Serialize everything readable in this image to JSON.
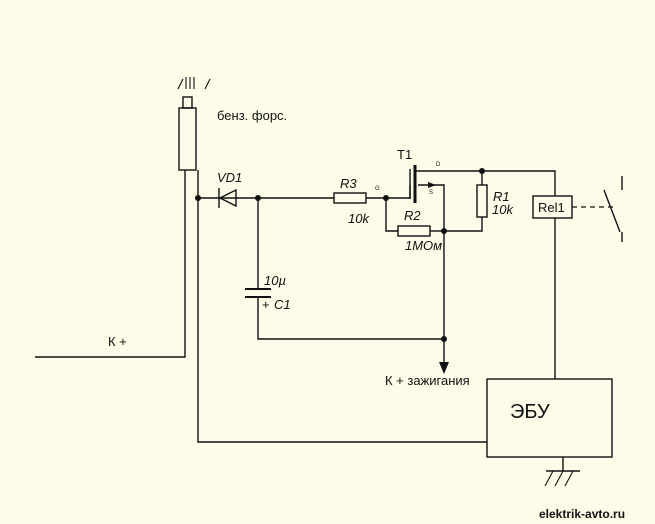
{
  "labels": {
    "injector": "бенз. форс.",
    "diode": "VD1",
    "r3_name": "R3",
    "r3_value": "10k",
    "transistor": "T1",
    "r1_name": "R1",
    "r1_value": "10k",
    "r2_name": "R2",
    "r2_value": "1МОм",
    "relay": "Rel1",
    "cap_value": "10µ",
    "cap_name": "C1",
    "cap_plus": "+",
    "k_plus": "К +",
    "ignition": "К + зажигания",
    "ecu": "ЭБУ",
    "pin_g": "G",
    "pin_d": "D",
    "pin_s": "S"
  },
  "watermark": "elektrik-avto.ru"
}
